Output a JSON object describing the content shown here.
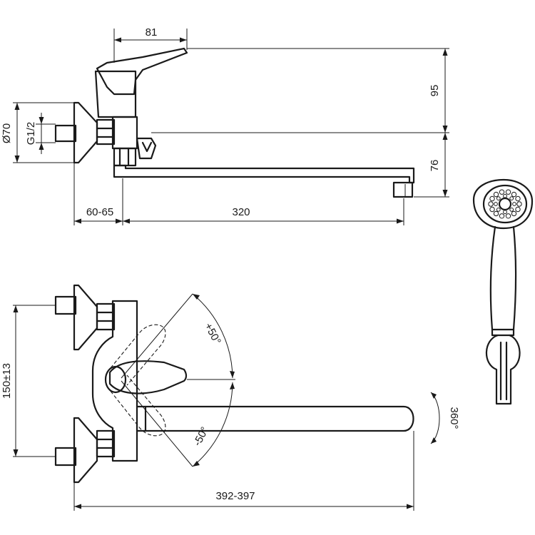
{
  "dimensions": {
    "lever_length": "81",
    "lever_height": "95",
    "spout_height": "76",
    "rosette_diameter": "Ø70",
    "connection_thread": "G1/2",
    "wall_to_body": "60-65",
    "spout_reach": "320",
    "center_spacing": "150±13",
    "total_reach": "392-397",
    "lever_angle_up": "+50°",
    "lever_angle_down": "-50°",
    "spout_rotation": "360°"
  }
}
